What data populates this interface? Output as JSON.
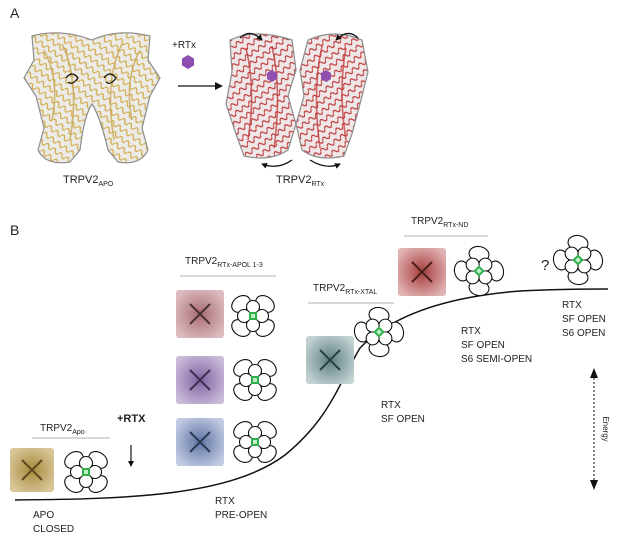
{
  "panel_a": {
    "letter": "A",
    "left_label": {
      "main": "TRPV2",
      "sub": "APO"
    },
    "right_label": {
      "main": "TRPV2",
      "sub": "RTx"
    },
    "arrow_label": "+RTx"
  },
  "panel_b": {
    "letter": "B",
    "states": [
      {
        "title_main": "TRPV2",
        "title_sub": "Apo",
        "caption_line1": "APO",
        "caption_line2": "CLOSED",
        "caption_line3": ""
      },
      {
        "title_main": "TRPV2",
        "title_sub": "RTx-APOL 1-3",
        "caption_line1": "RTX",
        "caption_line2": "PRE-OPEN",
        "caption_line3": ""
      },
      {
        "title_main": "TRPV2",
        "title_sub": "RTx-XTAL",
        "caption_line1": "RTX",
        "caption_line2": "SF OPEN",
        "caption_line3": ""
      },
      {
        "title_main": "TRPV2",
        "title_sub": "RTx-ND",
        "caption_line1": "RTX",
        "caption_line2": "SF OPEN",
        "caption_line3": "S6 SEMI-OPEN"
      },
      {
        "title_main": "",
        "title_sub": "",
        "caption_line1": "RTX",
        "caption_line2": "SF OPEN",
        "caption_line3": "S6 OPEN"
      }
    ],
    "rtx_step_label": "+RTX",
    "unknown_marker": "?",
    "energy_label": "Energy"
  },
  "colors": {
    "apo_protein": "#c9a85a",
    "rtx_protein": "#c0393b",
    "rtx_ligand": "#8e4fb0",
    "apol_pink": "#c98e94",
    "apol_purple": "#a184b8",
    "apol_blue": "#8596c2",
    "xtal_teal": "#7f9fa2",
    "nd_red": "#bf5555",
    "pore_green": "#3dbd55"
  },
  "icons": {
    "apo_structure": "protein-surface-apo-icon",
    "rtx_structure": "protein-surface-rtx-icon",
    "ligand": "hexagon-icon",
    "pore": "tetramer-pore-icon"
  }
}
